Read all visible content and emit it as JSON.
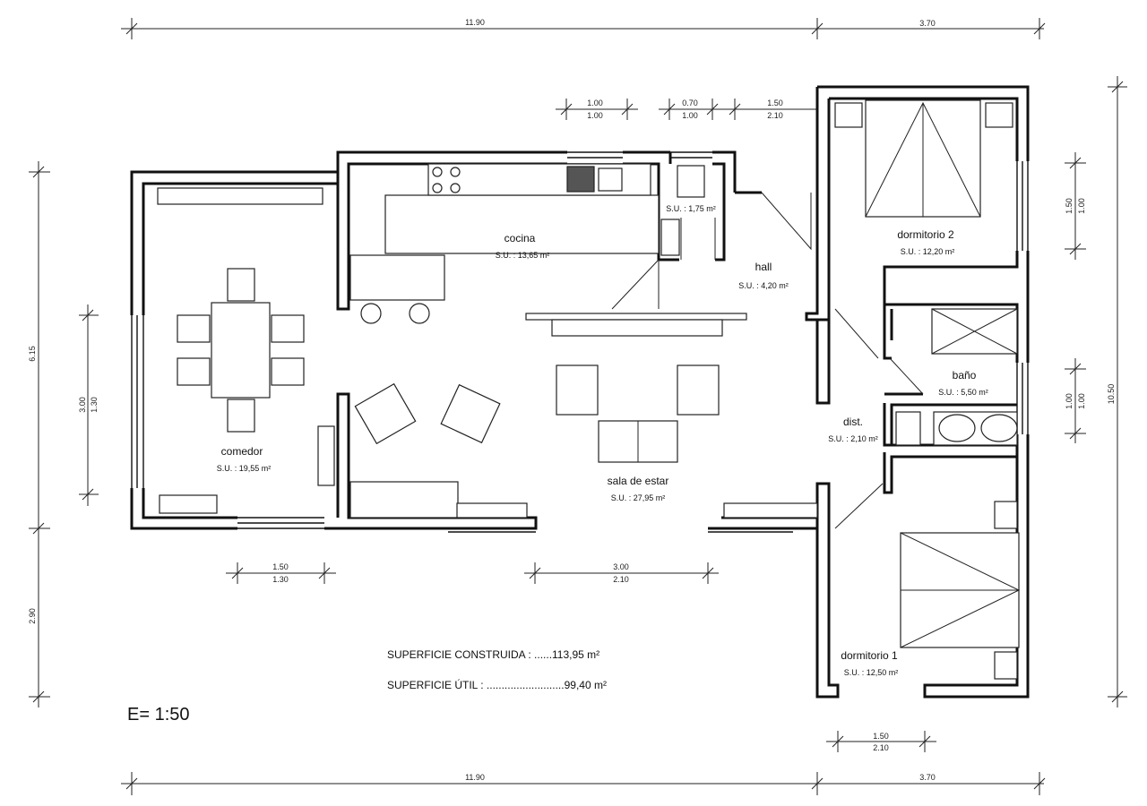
{
  "dimensions": {
    "top_total": "11.90",
    "top_right_partial": "3.70",
    "bottom_total": "11.90",
    "bottom_right": "3.70",
    "left_upper": "6.15",
    "left_lower": "2.90",
    "right_total": "10.50",
    "window_top_1_a": "1.00",
    "window_top_1_b": "1.00",
    "window_top_2_a": "0.70",
    "window_top_2_b": "1.00",
    "window_top_3_a": "1.50",
    "window_top_3_b": "2.10",
    "window_left_a": "3.00",
    "window_left_b": "1.30",
    "window_right_1_a": "1.50",
    "window_right_1_b": "1.00",
    "window_right_2_a": "1.00",
    "window_right_2_b": "1.00",
    "window_bottom_1_a": "1.50",
    "window_bottom_1_b": "1.30",
    "window_bottom_2_a": "3.00",
    "window_bottom_2_b": "2.10",
    "window_bottom_3_a": "1.50",
    "window_bottom_3_b": "2.10"
  },
  "rooms": {
    "cocina": {
      "name": "cocina",
      "area": "S.U. : 13,65 m²"
    },
    "bano_small": {
      "area": "S.U. : 1,75 m²"
    },
    "hall": {
      "name": "hall",
      "area": "S.U. : 4,20 m²"
    },
    "dormitorio2": {
      "name": "dormitorio 2",
      "area": "S.U. : 12,20 m²"
    },
    "comedor": {
      "name": "comedor",
      "area": "S.U. : 19,55 m²"
    },
    "sala": {
      "name": "sala de estar",
      "area": "S.U. : 27,95 m²"
    },
    "bano": {
      "name": "baño",
      "area": "S.U. : 5,50 m²"
    },
    "dist": {
      "name": "dist.",
      "area": "S.U. : 2,10 m²"
    },
    "dormitorio1": {
      "name": "dormitorio 1",
      "area": "S.U. : 12,50 m²"
    }
  },
  "summary": {
    "construida": "SUPERFICIE CONSTRUIDA : ......113,95 m²",
    "util": "SUPERFICIE ÚTIL : ..........................99,40 m²"
  },
  "scale": "E= 1:50"
}
